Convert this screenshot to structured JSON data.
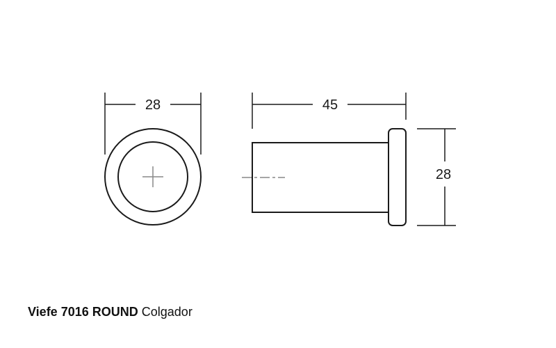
{
  "dimensions": {
    "front_width": "28",
    "side_length": "45",
    "side_height": "28"
  },
  "caption": {
    "brand_model": "Viefe 7016 ROUND",
    "product": "Colgador"
  },
  "colors": {
    "line": "#1a1a1a",
    "center_mark": "#888888"
  }
}
